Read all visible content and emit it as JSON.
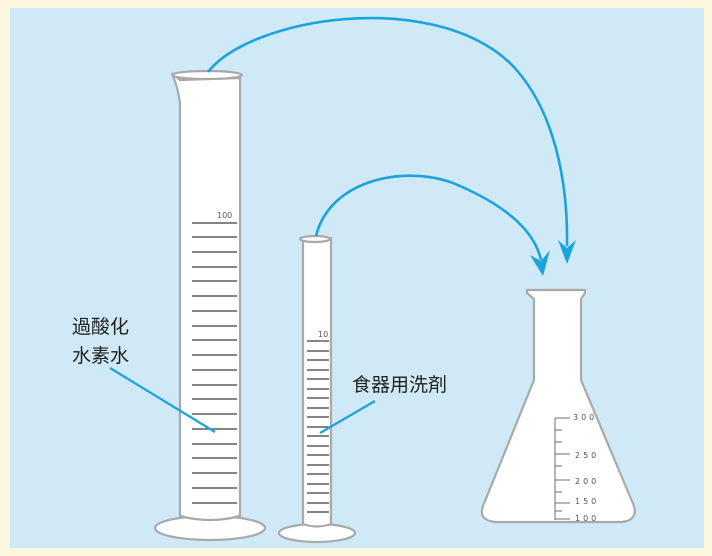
{
  "labels": {
    "peroxide_line1": "過酸化",
    "peroxide_line2": "水素水",
    "detergent": "食器用洗剤"
  },
  "scales": {
    "large_cylinder_max": "100",
    "small_cylinder_max": "10",
    "flask": [
      "300",
      "250",
      "200",
      "150",
      "100"
    ]
  },
  "colors": {
    "background": "#cfe9f7",
    "frame": "#fdf7de",
    "arrow": "#1aa3dc",
    "glass": "#a9a9a9"
  }
}
